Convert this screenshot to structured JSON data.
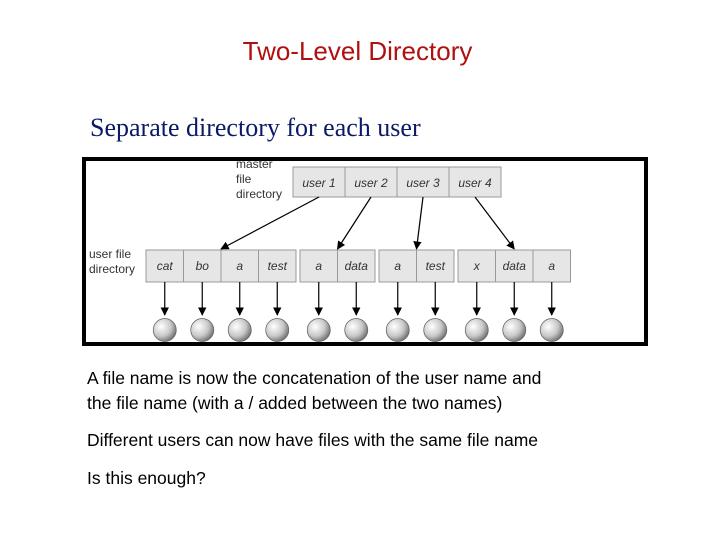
{
  "slide": {
    "title": "Two-Level Directory",
    "subtitle": "Separate directory for each user",
    "colors": {
      "title": "#b01010",
      "subtitle": "#0a1a66",
      "text": "#000000"
    }
  },
  "diagram": {
    "mfd_label": [
      "master",
      "file",
      "directory"
    ],
    "ufd_label": [
      "user  file",
      "directory"
    ],
    "users": [
      "user 1",
      "user 2",
      "user 3",
      "user 4"
    ],
    "directories": [
      [
        "cat",
        "bo",
        "a",
        "test"
      ],
      [
        "a",
        "data"
      ],
      [
        "a",
        "test"
      ],
      [
        "x",
        "data",
        "a"
      ]
    ]
  },
  "body": {
    "line1": "A file name is now the concatenation of the user name and",
    "line2": "the file name (with a / added between the two names)",
    "line3": "Different users can now have files with the same file name",
    "line4": "Is this enough?"
  }
}
